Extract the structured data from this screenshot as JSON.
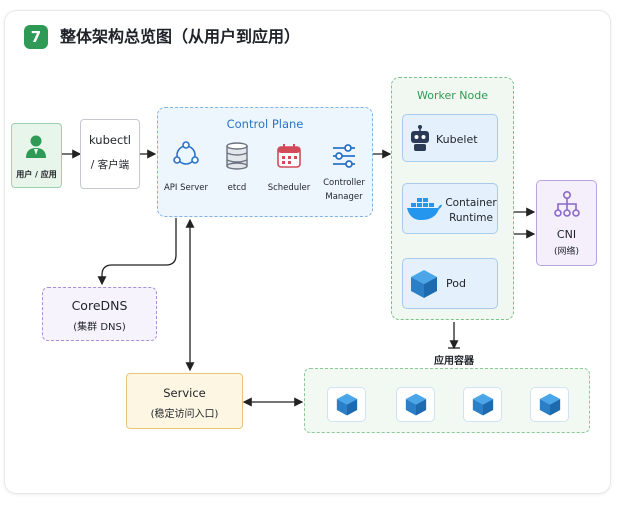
{
  "header": {
    "badge": "7",
    "title": "整体架构总览图（从用户到应用）"
  },
  "user": {
    "label": "用户 / 应用"
  },
  "kubectl": {
    "line1": "kubectl",
    "line2": "/ 客户端"
  },
  "control_plane": {
    "title": "Control Plane",
    "components": [
      "API Server",
      "etcd",
      "Scheduler",
      "Controller",
      "Manager"
    ]
  },
  "worker_node": {
    "title": "Worker Node",
    "kubelet": "Kubelet",
    "runtime_line1": "Container",
    "runtime_line2": "Runtime",
    "pod": "Pod"
  },
  "cni": {
    "line1": "CNI",
    "line2": "(网络)"
  },
  "coredns": {
    "line1": "CoreDNS",
    "line2": "(集群 DNS)"
  },
  "service": {
    "line1": "Service",
    "line2": "(稳定访问入口)"
  },
  "containers": {
    "label": "应用容器"
  },
  "colors": {
    "green": "#2e9a55",
    "blue": "#2a73c9",
    "purple": "#8a68c9",
    "orange": "#e8b84a"
  }
}
